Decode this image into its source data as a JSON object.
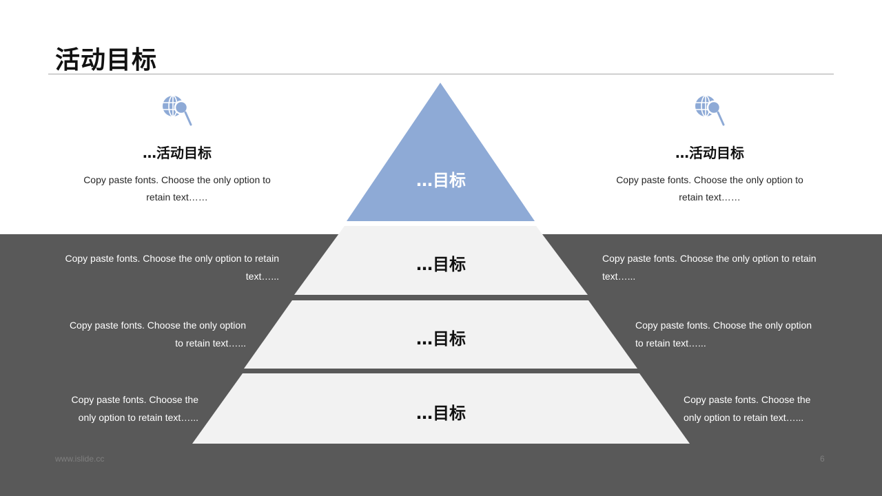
{
  "title": "活动目标",
  "pyramid": {
    "tiers": [
      {
        "label": "…目标",
        "color": "#8eaad6"
      },
      {
        "label": "…目标",
        "color": "#f2f2f2"
      },
      {
        "label": "…目标",
        "color": "#f2f2f2"
      },
      {
        "label": "…目标",
        "color": "#f2f2f2"
      }
    ]
  },
  "top_left": {
    "icon": "globe-search-icon",
    "heading": "…活动目标",
    "desc_line1": "Copy paste fonts. Choose the only option to",
    "desc_line2": "retain text……"
  },
  "top_right": {
    "icon": "globe-search-icon",
    "heading": "…活动目标",
    "desc_line1": "Copy paste fonts. Choose the only option to",
    "desc_line2": "retain text……"
  },
  "left_texts": [
    {
      "line1": "Copy paste fonts. Choose the only option to retain",
      "line2": "text…..."
    },
    {
      "line1": "Copy paste fonts. Choose the only option",
      "line2": "to retain text…..."
    },
    {
      "line1": "Copy paste fonts. Choose the",
      "line2": "only option to retain text…..."
    }
  ],
  "right_texts": [
    {
      "line1": "Copy paste fonts. Choose the only option to retain",
      "line2": "text…..."
    },
    {
      "line1": "Copy paste fonts. Choose the only option",
      "line2": "to retain text…..."
    },
    {
      "line1": "Copy paste fonts. Choose the",
      "line2": "only option to retain text…..."
    }
  ],
  "footer": {
    "url": "www.islide.cc",
    "page": "6"
  },
  "colors": {
    "accent": "#8eaad6",
    "band": "#595959",
    "tier": "#f2f2f2"
  }
}
